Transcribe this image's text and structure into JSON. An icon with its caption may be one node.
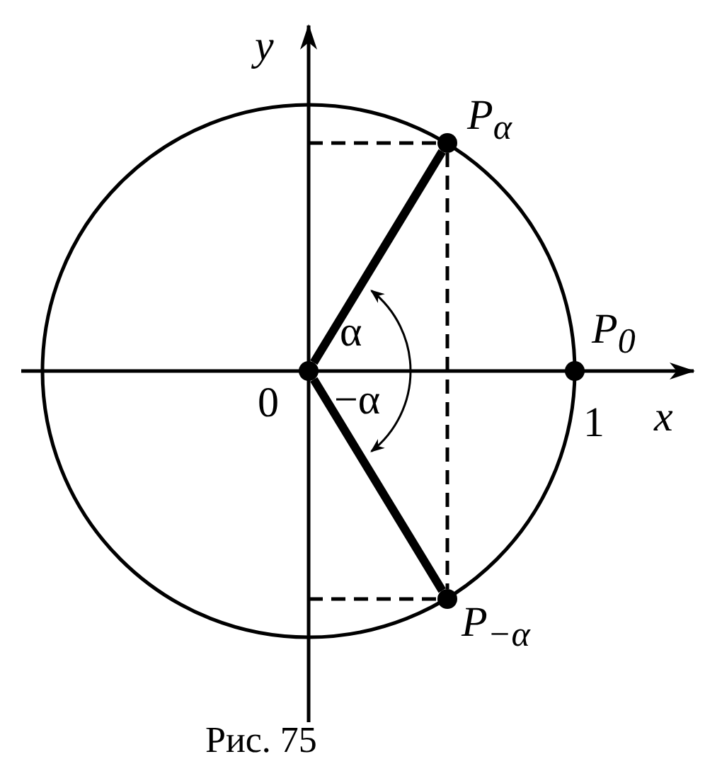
{
  "diagram": {
    "caption": "Рис. 75",
    "nodes": [
      {
        "text": [],
        "shape": "circle",
        "beside": [
          "0"
        ]
      },
      {
        "text": [],
        "shape": "circle",
        "beside": [
          "P$_{α}$"
        ]
      },
      {
        "text": [],
        "shape": "circle",
        "beside": [
          "P$_{0}$"
        ]
      },
      {
        "text": [],
        "shape": "circle",
        "beside": [
          "P$_{−α}$"
        ]
      }
    ],
    "edges": [
      {
        "from": 0,
        "to": 1,
        "arrow": "none"
      },
      {
        "from": 0,
        "to": 3,
        "arrow": "none"
      },
      {
        "from": 1,
        "to": 3,
        "arrow": "none",
        "style": "dashed"
      }
    ],
    "labels": [
      "y",
      "x",
      "1",
      "α",
      "−α"
    ]
  }
}
